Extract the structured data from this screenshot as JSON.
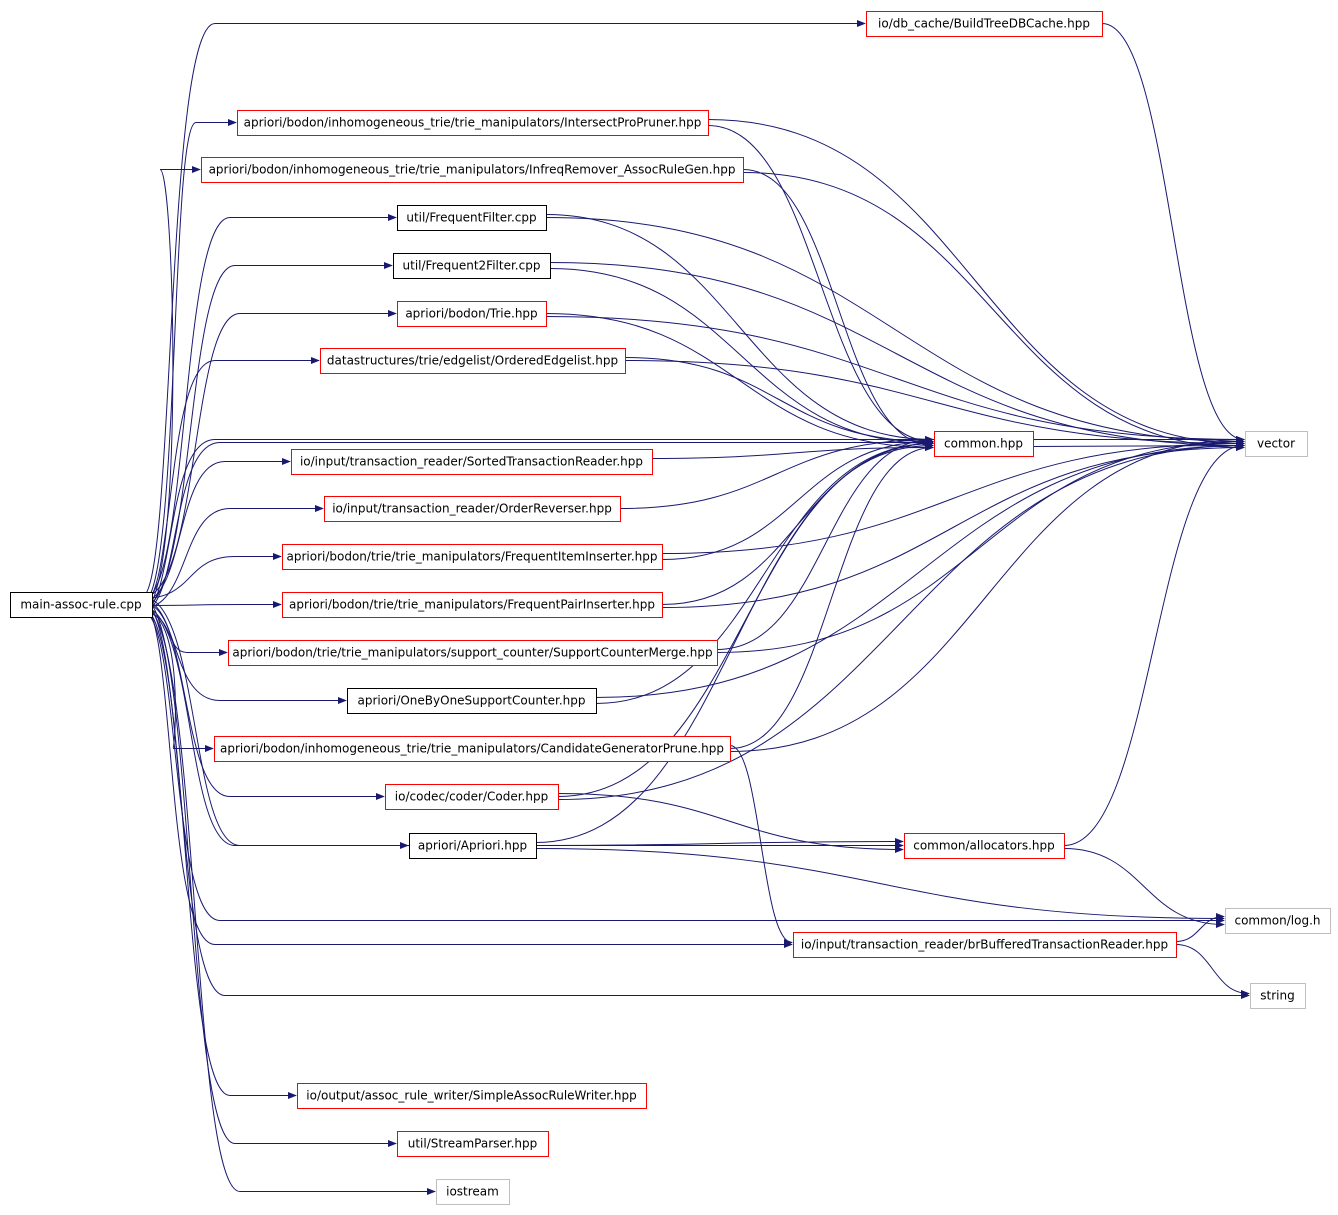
{
  "colors": {
    "edge": "#191970",
    "source_fill": "#000000",
    "source_text": "#ffffff",
    "documented_border": "#ff0000",
    "undocumented_border": "#000000",
    "external_border": "#bfbfbf"
  },
  "nodes": [
    {
      "id": "main",
      "label": "main-assoc-rule.cpp",
      "kind": "source"
    },
    {
      "id": "buildtree",
      "label": "io/db_cache/BuildTreeDBCache.hpp",
      "kind": "documented"
    },
    {
      "id": "intersect",
      "label": "apriori/bodon/inhomogeneous_trie/trie_manipulators/IntersectProPruner.hpp",
      "kind": "documented"
    },
    {
      "id": "infreq",
      "label": "apriori/bodon/inhomogeneous_trie/trie_manipulators/InfreqRemover_AssocRuleGen.hpp",
      "kind": "documented"
    },
    {
      "id": "ffilter",
      "label": "util/FrequentFilter.cpp",
      "kind": "undocumented"
    },
    {
      "id": "f2filter",
      "label": "util/Frequent2Filter.cpp",
      "kind": "undocumented"
    },
    {
      "id": "trie",
      "label": "apriori/bodon/Trie.hpp",
      "kind": "documented"
    },
    {
      "id": "ordedge",
      "label": "datastructures/trie/edgelist/OrderedEdgelist.hpp",
      "kind": "documented"
    },
    {
      "id": "common",
      "label": "common.hpp",
      "kind": "documented"
    },
    {
      "id": "vector",
      "label": "vector",
      "kind": "external"
    },
    {
      "id": "sorted",
      "label": "io/input/transaction_reader/SortedTransactionReader.hpp",
      "kind": "documented"
    },
    {
      "id": "orderrev",
      "label": "io/input/transaction_reader/OrderReverser.hpp",
      "kind": "documented"
    },
    {
      "id": "fii",
      "label": "apriori/bodon/trie/trie_manipulators/FrequentItemInserter.hpp",
      "kind": "documented"
    },
    {
      "id": "fpi",
      "label": "apriori/bodon/trie/trie_manipulators/FrequentPairInserter.hpp",
      "kind": "documented"
    },
    {
      "id": "scm",
      "label": "apriori/bodon/trie/trie_manipulators/support_counter/SupportCounterMerge.hpp",
      "kind": "documented"
    },
    {
      "id": "obo",
      "label": "apriori/OneByOneSupportCounter.hpp",
      "kind": "undocumented"
    },
    {
      "id": "cgp",
      "label": "apriori/bodon/inhomogeneous_trie/trie_manipulators/CandidateGeneratorPrune.hpp",
      "kind": "documented"
    },
    {
      "id": "coder",
      "label": "io/codec/coder/Coder.hpp",
      "kind": "documented"
    },
    {
      "id": "aprioricls",
      "label": "apriori/Apriori.hpp",
      "kind": "undocumented"
    },
    {
      "id": "alloc",
      "label": "common/allocators.hpp",
      "kind": "documented"
    },
    {
      "id": "logh",
      "label": "common/log.h",
      "kind": "external"
    },
    {
      "id": "brbuf",
      "label": "io/input/transaction_reader/brBufferedTransactionReader.hpp",
      "kind": "documented"
    },
    {
      "id": "string",
      "label": "string",
      "kind": "external"
    },
    {
      "id": "simple",
      "label": "io/output/assoc_rule_writer/SimpleAssocRuleWriter.hpp",
      "kind": "documented"
    },
    {
      "id": "stream",
      "label": "util/StreamParser.hpp",
      "kind": "documented"
    },
    {
      "id": "iostream",
      "label": "iostream",
      "kind": "external"
    }
  ],
  "edges": [
    [
      "main",
      "buildtree"
    ],
    [
      "main",
      "intersect"
    ],
    [
      "main",
      "infreq"
    ],
    [
      "main",
      "ffilter"
    ],
    [
      "main",
      "f2filter"
    ],
    [
      "main",
      "trie"
    ],
    [
      "main",
      "ordedge"
    ],
    [
      "main",
      "common"
    ],
    [
      "main",
      "sorted"
    ],
    [
      "main",
      "orderrev"
    ],
    [
      "main",
      "fii"
    ],
    [
      "main",
      "fpi"
    ],
    [
      "main",
      "scm"
    ],
    [
      "main",
      "obo"
    ],
    [
      "main",
      "cgp"
    ],
    [
      "main",
      "coder"
    ],
    [
      "main",
      "aprioricls"
    ],
    [
      "main",
      "alloc"
    ],
    [
      "main",
      "brbuf"
    ],
    [
      "main",
      "logh"
    ],
    [
      "main",
      "string"
    ],
    [
      "main",
      "simple"
    ],
    [
      "main",
      "stream"
    ],
    [
      "main",
      "iostream"
    ],
    [
      "main",
      "vector"
    ],
    [
      "buildtree",
      "vector"
    ],
    [
      "intersect",
      "common"
    ],
    [
      "intersect",
      "vector"
    ],
    [
      "infreq",
      "common"
    ],
    [
      "infreq",
      "vector"
    ],
    [
      "ffilter",
      "common"
    ],
    [
      "ffilter",
      "vector"
    ],
    [
      "f2filter",
      "common"
    ],
    [
      "f2filter",
      "vector"
    ],
    [
      "trie",
      "common"
    ],
    [
      "trie",
      "vector"
    ],
    [
      "ordedge",
      "common"
    ],
    [
      "ordedge",
      "vector"
    ],
    [
      "common",
      "vector"
    ],
    [
      "sorted",
      "common"
    ],
    [
      "orderrev",
      "common"
    ],
    [
      "fii",
      "common"
    ],
    [
      "fii",
      "vector"
    ],
    [
      "fpi",
      "common"
    ],
    [
      "fpi",
      "vector"
    ],
    [
      "scm",
      "common"
    ],
    [
      "scm",
      "vector"
    ],
    [
      "obo",
      "common"
    ],
    [
      "obo",
      "vector"
    ],
    [
      "cgp",
      "common"
    ],
    [
      "cgp",
      "vector"
    ],
    [
      "cgp",
      "brbuf"
    ],
    [
      "coder",
      "common"
    ],
    [
      "coder",
      "vector"
    ],
    [
      "coder",
      "alloc"
    ],
    [
      "aprioricls",
      "alloc"
    ],
    [
      "aprioricls",
      "logh"
    ],
    [
      "aprioricls",
      "common"
    ],
    [
      "alloc",
      "vector"
    ],
    [
      "alloc",
      "logh"
    ],
    [
      "brbuf",
      "logh"
    ],
    [
      "brbuf",
      "string"
    ]
  ]
}
